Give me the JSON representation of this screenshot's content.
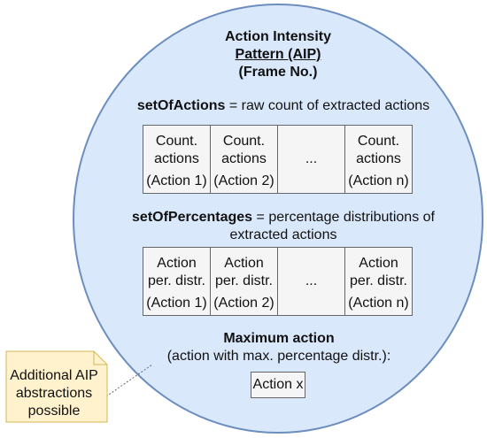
{
  "circle": {
    "title_line1": "Action Intensity",
    "title_line2": "Pattern (AIP)",
    "title_line3": "(Frame No.)"
  },
  "set_of_actions": {
    "term": "setOfActions",
    "definition": " = raw count of extracted actions",
    "cells": [
      {
        "top": "Count. actions",
        "line1": "Count.",
        "line2": "actions",
        "bottom": "(Action 1)"
      },
      {
        "top": "Count. actions",
        "line1": "Count.",
        "line2": "actions",
        "bottom": "(Action 2)"
      },
      {
        "ellipsis": "..."
      },
      {
        "top": "Count. actions",
        "line1": "Count.",
        "line2": "actions",
        "bottom": "(Action n)"
      }
    ]
  },
  "set_of_percentages": {
    "term": "setOfPercentages",
    "definition_line1": " = percentage distributions of",
    "definition_line2": "extracted actions",
    "cells": [
      {
        "line1": "Action",
        "line2": "per. distr.",
        "bottom": "(Action 1)"
      },
      {
        "line1": "Action",
        "line2": "per. distr.",
        "bottom": "(Action 2)"
      },
      {
        "ellipsis": "..."
      },
      {
        "line1": "Action",
        "line2": "per. distr.",
        "bottom": "(Action n)"
      }
    ]
  },
  "maximum_action": {
    "title": "Maximum action",
    "description": "(action with max. percentage distr.):",
    "value": "Action x"
  },
  "note": {
    "line1": "Additional AIP",
    "line2": "abstractions",
    "line3": "possible"
  },
  "colors": {
    "circle_fill": "#dae8fc",
    "circle_stroke": "#6c8ebf",
    "cell_fill": "#f5f5f5",
    "note_fill": "#fff2cc",
    "note_stroke": "#d6b656"
  }
}
